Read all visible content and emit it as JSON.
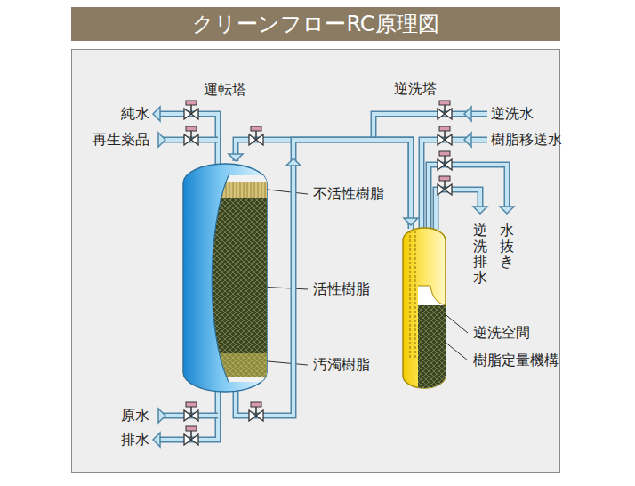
{
  "diagram": {
    "title": "クリーンフローRC原理図",
    "nodes": [
      {
        "text": [
          "運転塔"
        ]
      },
      {
        "text": [
          "逆洗塔"
        ]
      }
    ],
    "edges": [
      {
        "from": 1,
        "to": 0,
        "arrow": "to"
      },
      {
        "from": 0,
        "to": 1,
        "arrow": "to"
      }
    ],
    "labels": [
      "純水",
      "再生薬品",
      "原水",
      "排水",
      "不活性樹脂",
      "活性樹脂",
      "汚濁樹脂",
      "逆洗水",
      "樹脂移送水",
      "逆洗排水",
      "水抜き",
      "逆洗空間",
      "樹脂定量機構"
    ]
  }
}
